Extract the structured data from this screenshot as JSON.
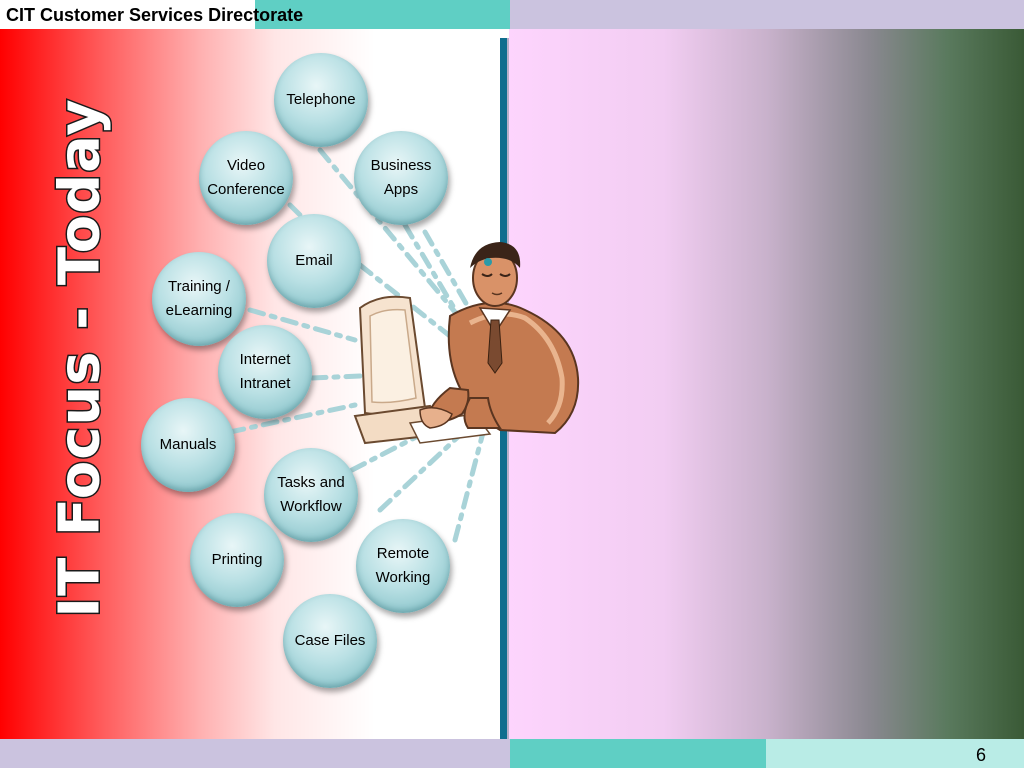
{
  "header": {
    "title": "CIT Customer Services Directorate"
  },
  "slide": {
    "title": "IT Focus - Today",
    "bubbles": [
      {
        "id": "telephone",
        "lines": [
          "Telephone"
        ]
      },
      {
        "id": "video-conference",
        "lines": [
          "Video",
          "Conference"
        ]
      },
      {
        "id": "business-apps",
        "lines": [
          "Business",
          "Apps"
        ]
      },
      {
        "id": "email",
        "lines": [
          "Email"
        ]
      },
      {
        "id": "training",
        "lines": [
          "Training /",
          "eLearning"
        ]
      },
      {
        "id": "internet-intranet",
        "lines": [
          "Internet",
          "Intranet"
        ]
      },
      {
        "id": "manuals",
        "lines": [
          "Manuals"
        ]
      },
      {
        "id": "tasks-workflow",
        "lines": [
          "Tasks and",
          "Workflow"
        ]
      },
      {
        "id": "printing",
        "lines": [
          "Printing"
        ]
      },
      {
        "id": "remote-working",
        "lines": [
          "Remote",
          "Working"
        ]
      },
      {
        "id": "case-files",
        "lines": [
          "Case Files"
        ]
      }
    ]
  },
  "footer": {
    "page_number": "6"
  },
  "colors": {
    "header_teal": "#5fcfc4",
    "header_lavender": "#cbc3df",
    "divider": "#0f6e8e",
    "bubble": "#8dc6cc"
  }
}
